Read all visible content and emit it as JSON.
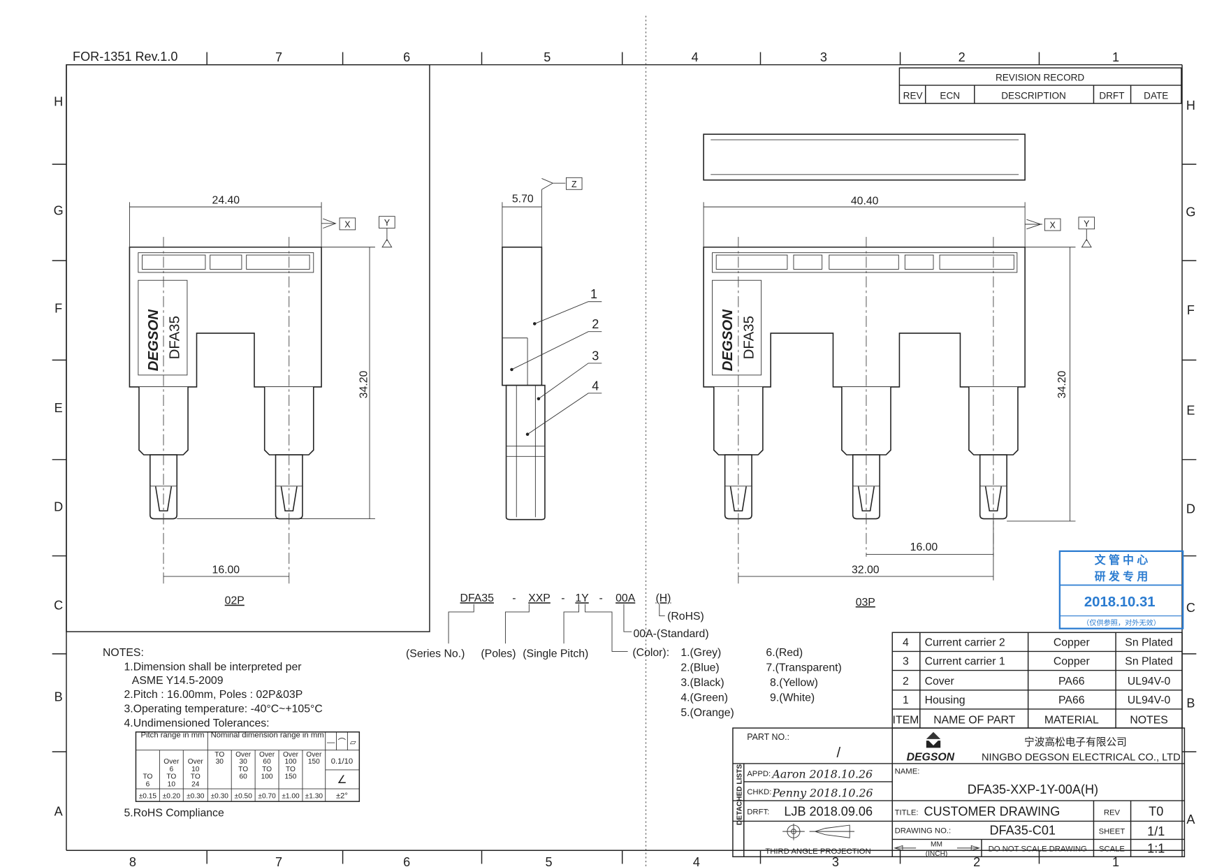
{
  "form_id": "FOR-1351 Rev.1.0",
  "frame": {
    "top_columns": [
      "7",
      "6",
      "5",
      "4",
      "3",
      "2",
      "1"
    ],
    "bottom_columns": [
      "8",
      "7",
      "6",
      "5",
      "4",
      "3",
      "2",
      "1"
    ],
    "rows": [
      "H",
      "G",
      "F",
      "E",
      "D",
      "C",
      "B",
      "A"
    ]
  },
  "view_02p": {
    "label": "02P",
    "width_dim": "24.40",
    "height_dim": "34.20",
    "pitch_dim": "16.00",
    "brand": "DEGSON",
    "model": "DFA35",
    "datum_x": "X",
    "datum_y": "Y"
  },
  "side_view": {
    "thickness_dim": "5.70",
    "datum_z": "Z",
    "callouts": [
      "1",
      "2",
      "3",
      "4"
    ]
  },
  "view_03p": {
    "label": "03P",
    "width_dim": "40.40",
    "height_dim": "34.20",
    "pitch_dim": "16.00",
    "span_dim": "32.00",
    "brand": "DEGSON",
    "model": "DFA35",
    "datum_x": "X",
    "datum_y": "Y"
  },
  "part_number": {
    "segments": [
      "DFA35",
      "-",
      "XXP",
      "-",
      "1Y",
      "-",
      "00A",
      "(H)"
    ],
    "rohs": "(RoHS)",
    "standard": "00A-(Standard)",
    "series": "(Series No.)",
    "poles": "(Poles)",
    "pitch": "(Single Pitch)",
    "color": "(Color):",
    "colors": [
      "1.(Grey)",
      "2.(Blue)",
      "3.(Black)",
      "4.(Green)",
      "5.(Orange)",
      "6.(Red)",
      "7.(Transparent)",
      "8.(Yellow)",
      "9.(White)"
    ]
  },
  "notes": {
    "title": "NOTES:",
    "items": [
      "1.Dimension shall be interpreted per",
      "ASME Y14.5-2009",
      "2.Pitch : 16.00mm, Poles : 02P&03P",
      "3.Operating temperature: -40°C~+105°C",
      "4.Undimensioned Tolerances:",
      "5.RoHS Compliance"
    ]
  },
  "tolerance_table": {
    "pitch_header": "Pitch range in mm",
    "nominal_header": "Nominal dimension range in mm",
    "symbols": [
      "—",
      "⌒",
      "▱"
    ],
    "pitch_ranges": [
      "TO 6",
      "Over 6 TO 10",
      "Over 10 TO 24"
    ],
    "nominal_ranges": [
      "TO 30",
      "Over 30 TO 60",
      "Over 60 TO 100",
      "Over 100 TO 150",
      "Over 150"
    ],
    "pitch_tol": [
      "±0.15",
      "±0.20",
      "±0.30"
    ],
    "nominal_tol": [
      "±0.30",
      "±0.50",
      "±0.70",
      "±1.00",
      "±1.30"
    ],
    "flatness": "0.1/10",
    "angle_symbol": "∠",
    "angle_tol": "±2°"
  },
  "revision_record": {
    "title": "REVISION RECORD",
    "columns": [
      "REV",
      "ECN",
      "DESCRIPTION",
      "DRFT",
      "DATE"
    ]
  },
  "parts_table": {
    "columns": [
      "ITEM",
      "NAME OF PART",
      "MATERIAL",
      "NOTES"
    ],
    "rows": [
      {
        "item": "4",
        "name": "Current carrier 2",
        "material": "Copper",
        "notes": "Sn Plated"
      },
      {
        "item": "3",
        "name": "Current carrier 1",
        "material": "Copper",
        "notes": "Sn Plated"
      },
      {
        "item": "2",
        "name": "Cover",
        "material": "PA66",
        "notes": "UL94V-0"
      },
      {
        "item": "1",
        "name": "Housing",
        "material": "PA66",
        "notes": "UL94V-0"
      }
    ]
  },
  "stamp": {
    "line1": "文 管 中 心",
    "line2": "研 发 专 用",
    "date": "2018.10.31",
    "footer": "（仅供参照，对外无效）",
    "color": "#2a7bd0"
  },
  "title_block": {
    "detached_lists": "DETACHED LISTS",
    "part_no_label": "PART NO.:",
    "part_no": "/",
    "appd_label": "APPD:",
    "appd_sig": "Aaron 2018.10.26",
    "chkd_label": "CHKD:",
    "chkd_sig": "Penny 2018.10.26",
    "drft_label": "DRFT:",
    "drft": "LJB 2018.09.06",
    "projection": "THIRD ANGLE PROJECTION",
    "company_cn": "宁波高松电子有限公司",
    "company_en": "NINGBO DEGSON ELECTRICAL CO., LTD",
    "logo": "DEGSON",
    "name_label": "NAME:",
    "name": "DFA35-XXP-1Y-00A(H)",
    "title_label": "TITLE:",
    "title": "CUSTOMER DRAWING",
    "rev_label": "REV",
    "rev": "T0",
    "drawing_no_label": "DRAWING NO.:",
    "drawing_no": "DFA35-C01",
    "sheet_label": "SHEET",
    "sheet": "1/1",
    "units_mm": "MM",
    "units_inch": "(INCH)",
    "no_scale": "DO NOT SCALE DRAWING",
    "scale_label": "SCALE",
    "scale": "1:1"
  }
}
